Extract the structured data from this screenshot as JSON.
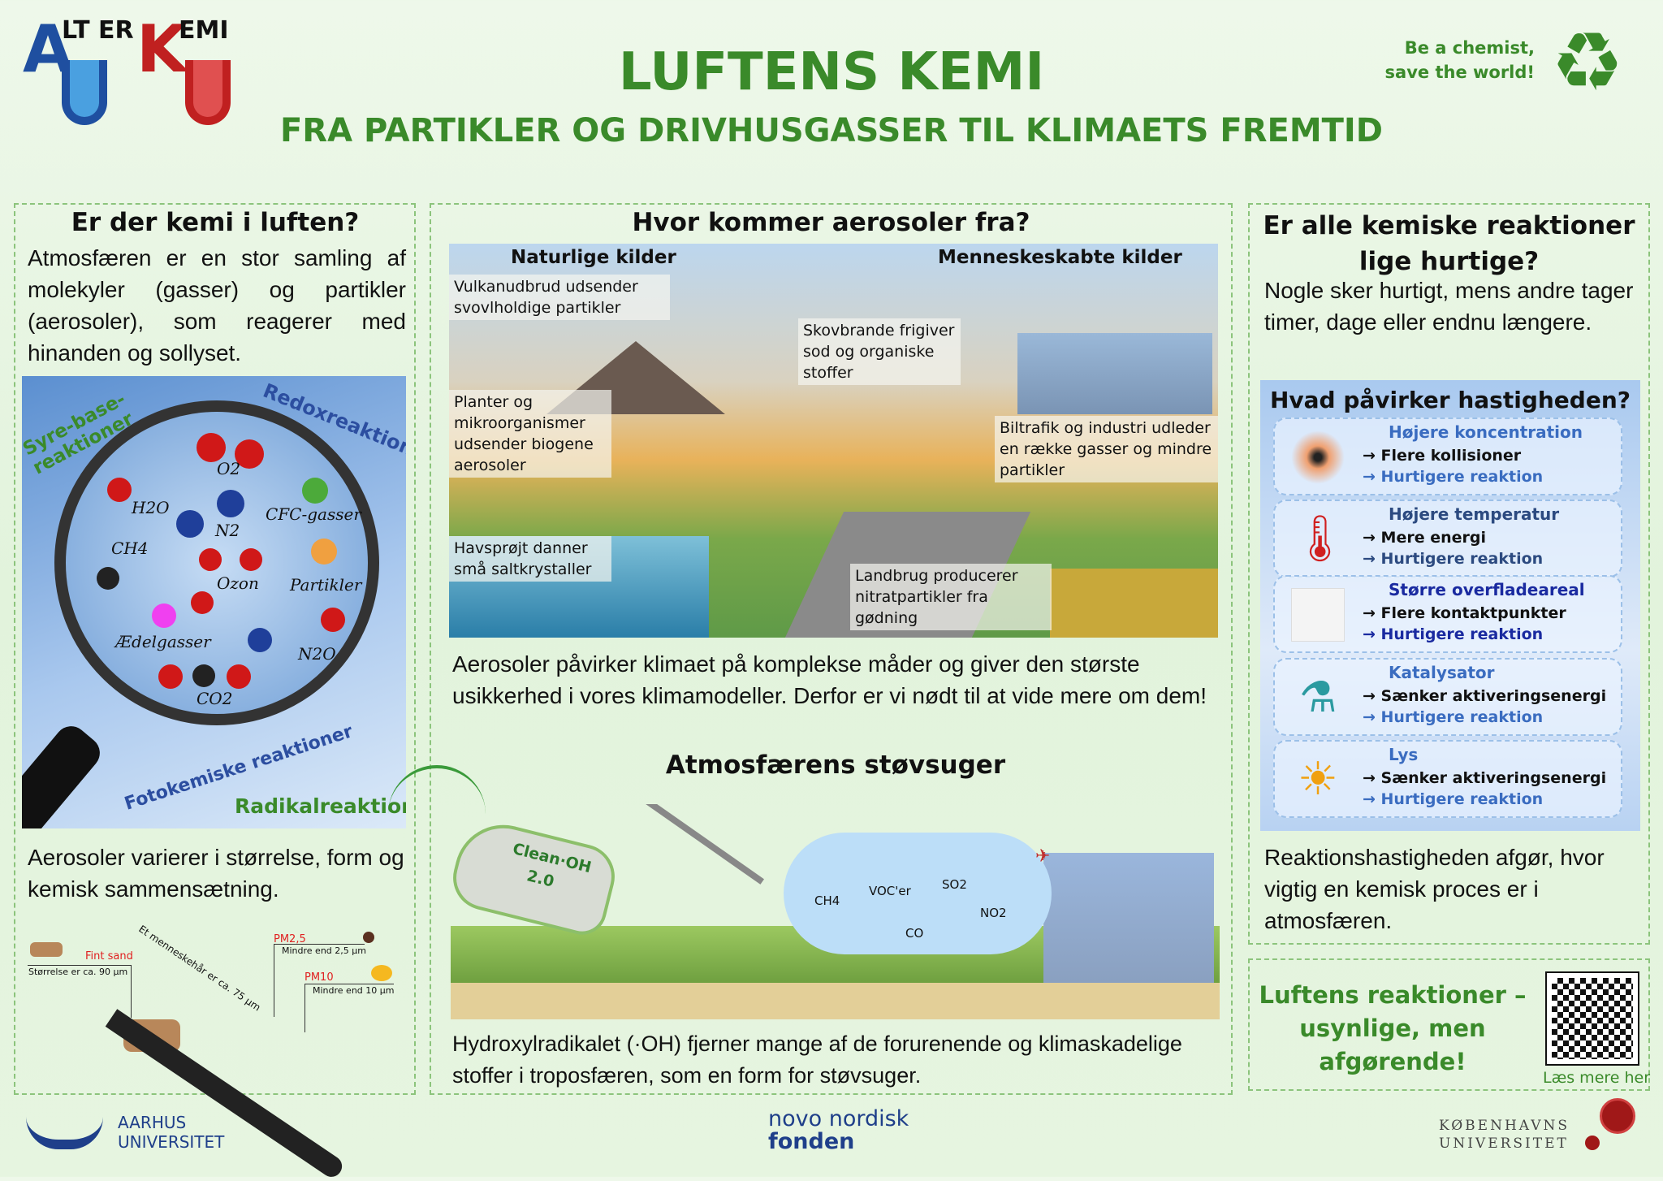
{
  "header": {
    "logo_text": [
      "A",
      "LT ER",
      "K",
      "EMI"
    ],
    "title": "LUFTENS KEMI",
    "subtitle": "FRA PARTIKLER OG DRIVHUSGASSER TIL KLIMAETS FREMTID",
    "slogan": "Be a chemist, save the world!"
  },
  "left": {
    "heading": "Er der kemi i luften?",
    "intro": "Atmosfæren er en stor samling af molekyler (gasser) og partikler (aerosoler), som reagerer med hinanden og sollyset.",
    "reaction_types": [
      "Syre-base-reaktioner",
      "Redoxreaktioner",
      "Fotokemiske reaktioner",
      "Radikalreaktioner"
    ],
    "molecules": [
      "O2",
      "H2O",
      "N2",
      "CFC-gasser",
      "CH4",
      "Ozon",
      "Partikler",
      "Ædelgasser",
      "N2O",
      "CO2"
    ],
    "size_text": "Aerosoler varierer i størrelse, form og kemisk sammensætning.",
    "size_diagram": {
      "sand_label": "Fint sand",
      "sand_size": "Størrelse er ca. 90 µm",
      "hair": "Et menneskehår er ca. 75 µm",
      "pm25": "PM2,5",
      "pm25_size": "Mindre end 2,5 µm",
      "pm10": "PM10",
      "pm10_size": "Mindre end 10 µm"
    }
  },
  "middle": {
    "heading": "Hvor kommer aerosoler fra?",
    "natural": "Naturlige kilder",
    "manmade": "Menneskeskabte kilder",
    "labels": [
      "Vulkanudbrud udsender svovlholdige partikler",
      "Skovbrande frigiver sod og organiske stoffer",
      "Planter og mikroorganismer udsender biogene aerosoler",
      "Biltrafik og industri udleder en række gasser og mindre partikler",
      "Havsprøjt danner små saltkrystaller",
      "Landbrug producerer nitratpartikler fra gødning"
    ],
    "climate_text": "Aerosoler påvirker klimaet på komplekse måder og giver den største usikkerhed i vores klimamodeller. Derfor er vi nødt til at vide mere om dem!",
    "vacuum_heading": "Atmosfærens støvsuger",
    "vacuum_brand": "Clean·OH",
    "vacuum_version": "2.0",
    "gases": [
      "CH4",
      "VOC'er",
      "SO2",
      "NO2",
      "CO"
    ],
    "oh_text": "Hydroxylradikalet (·OH) fjerner mange af de forurenende og klimaskadelige stoffer i troposfæren, som en form for støvsuger."
  },
  "right": {
    "heading": "Er alle kemiske reaktioner lige hurtige?",
    "intro": "Nogle sker hurtigt, mens andre tager timer, dage eller endnu længere.",
    "box_title": "Hvad påvirker hastigheden?",
    "factors": [
      {
        "title": "Højere koncentration",
        "effect": "→ Flere kollisioner",
        "result": "→ Hurtigere reaktion"
      },
      {
        "title": "Højere temperatur",
        "effect": "→ Mere energi",
        "result": "→ Hurtigere reaktion"
      },
      {
        "title": "Større overfladeareal",
        "effect": "→ Flere kontaktpunkter",
        "result": "→ Hurtigere reaktion"
      },
      {
        "title": "Katalysator",
        "effect": "→ Sænker aktiveringsenergi",
        "result": "→ Hurtigere reaktion"
      },
      {
        "title": "Lys",
        "effect": "→ Sænker aktiveringsenergi",
        "result": "→ Hurtigere reaktion"
      }
    ],
    "conclusion": "Reaktionshastigheden afgør, hvor vigtig en kemisk proces er i atmosfæren.",
    "tagline": "Luftens reaktioner – usynlige, men afgørende!",
    "qr_label": "Læs mere her"
  },
  "footer": {
    "aarhus": [
      "AARHUS",
      "UNIVERSITET"
    ],
    "novo": [
      "novo nordisk",
      "fonden"
    ],
    "kbh": [
      "KØBENHAVNS",
      "UNIVERSITET"
    ]
  }
}
